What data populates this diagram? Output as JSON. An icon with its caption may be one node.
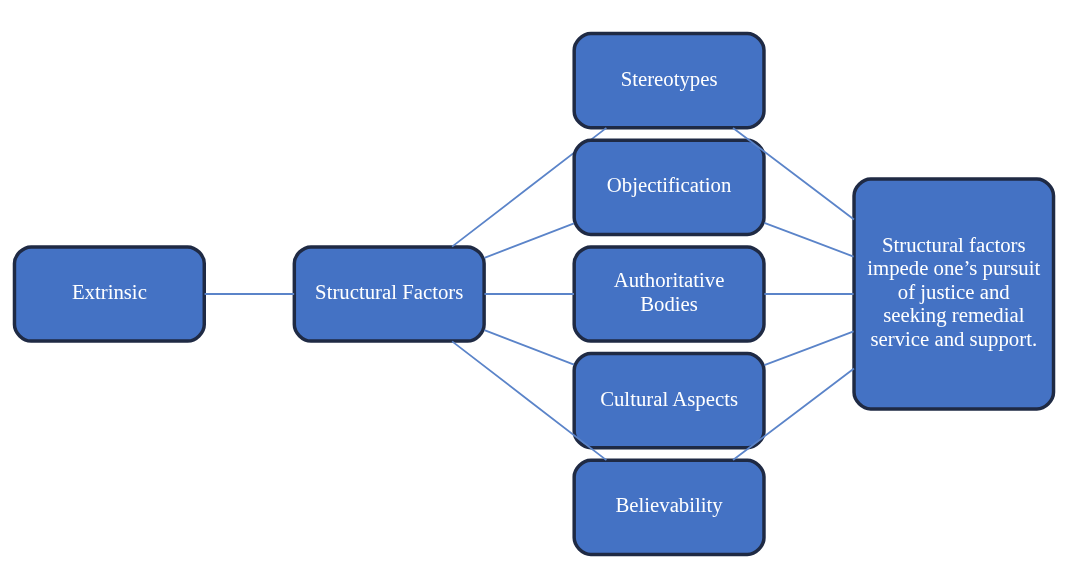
{
  "diagram": {
    "nodes": [
      {
        "text": [
          "Extrinsic"
        ]
      },
      {
        "text": [
          "Structural Factors"
        ]
      },
      {
        "text": [
          "Stereotypes"
        ]
      },
      {
        "text": [
          "Objectification"
        ]
      },
      {
        "text": [
          "Authoritative Bodies"
        ]
      },
      {
        "text": [
          "Cultural Aspects"
        ]
      },
      {
        "text": [
          "Believability"
        ]
      },
      {
        "text": [
          "Structural factors impede one’s pursuit of justice and seeking remedial service and support."
        ]
      }
    ],
    "edges": [
      {
        "from": 0,
        "to": 1,
        "arrow": "none"
      },
      {
        "from": 1,
        "to": 2,
        "arrow": "none"
      },
      {
        "from": 1,
        "to": 3,
        "arrow": "none"
      },
      {
        "from": 1,
        "to": 4,
        "arrow": "none"
      },
      {
        "from": 1,
        "to": 5,
        "arrow": "none"
      },
      {
        "from": 1,
        "to": 6,
        "arrow": "none"
      },
      {
        "from": 2,
        "to": 7,
        "arrow": "none"
      },
      {
        "from": 3,
        "to": 7,
        "arrow": "none"
      },
      {
        "from": 4,
        "to": 7,
        "arrow": "none"
      },
      {
        "from": 5,
        "to": 7,
        "arrow": "none"
      },
      {
        "from": 6,
        "to": 7,
        "arrow": "none"
      }
    ]
  }
}
